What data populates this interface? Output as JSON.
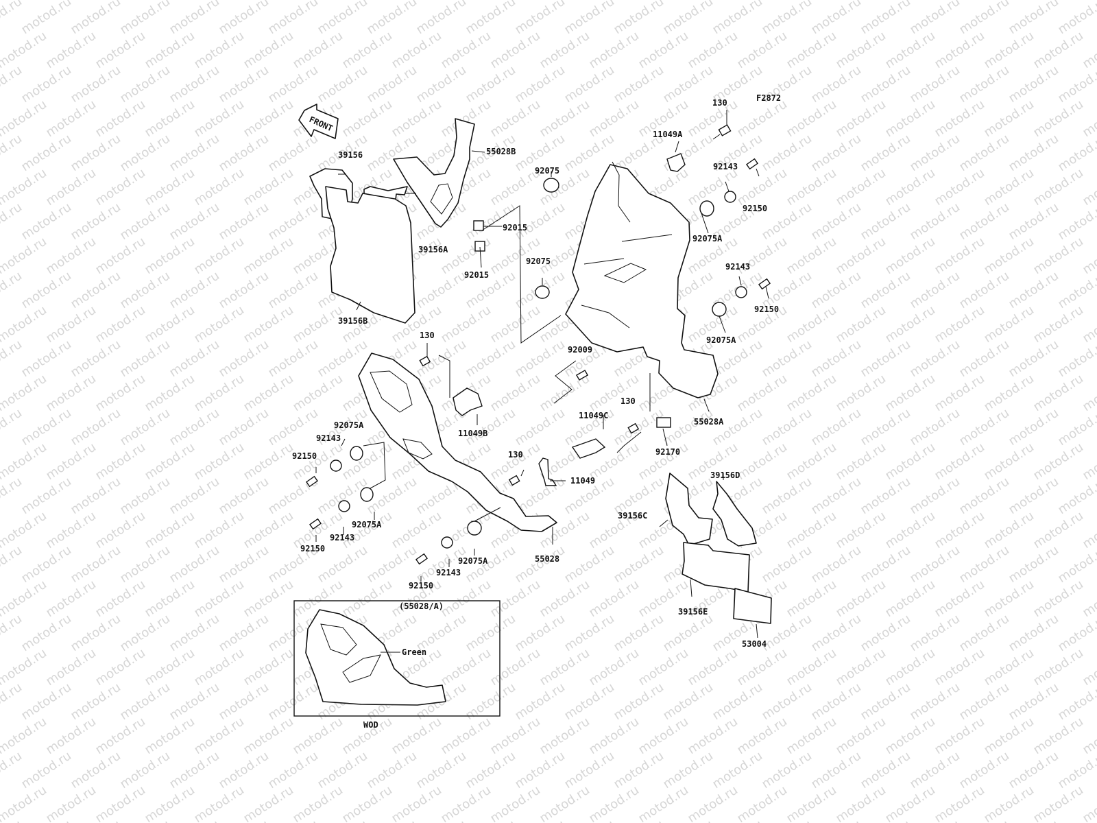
{
  "labels": {
    "front": "FRONT",
    "figure_code": "F2872",
    "p130": "130",
    "p11049A": "11049A",
    "p11049B": "11049B",
    "p11049C": "11049C",
    "p11049": "11049",
    "p92143": "92143",
    "p92150": "92150",
    "p92075": "92075",
    "p92075A": "92075A",
    "p55028B": "55028B",
    "p55028A": "55028A",
    "p55028": "55028",
    "p39156": "39156",
    "p39156A": "39156A",
    "p39156B": "39156B",
    "p39156C": "39156C",
    "p39156D": "39156D",
    "p39156E": "39156E",
    "p92015": "92015",
    "p92009": "92009",
    "p92170": "92170",
    "p53004": "53004",
    "inset_ref": "(55028/A)",
    "green": "Green",
    "wod": "WOD"
  },
  "watermark": {
    "text": "motod.ru",
    "color": "#d6d6d6"
  }
}
